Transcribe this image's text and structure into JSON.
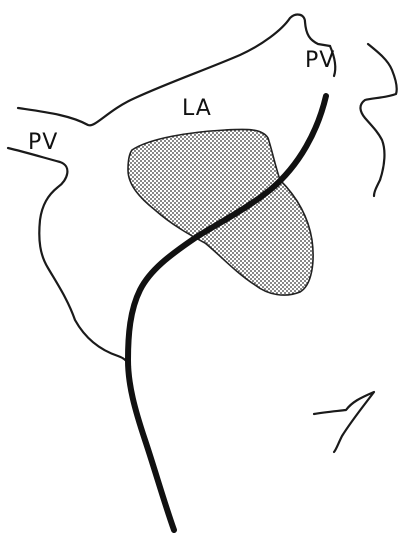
{
  "labels": {
    "pv_right": "PV",
    "la": "LA",
    "pv_left": "PV"
  },
  "colors": {
    "ink": "#111111",
    "shaded_region": "#9a9a9a"
  }
}
